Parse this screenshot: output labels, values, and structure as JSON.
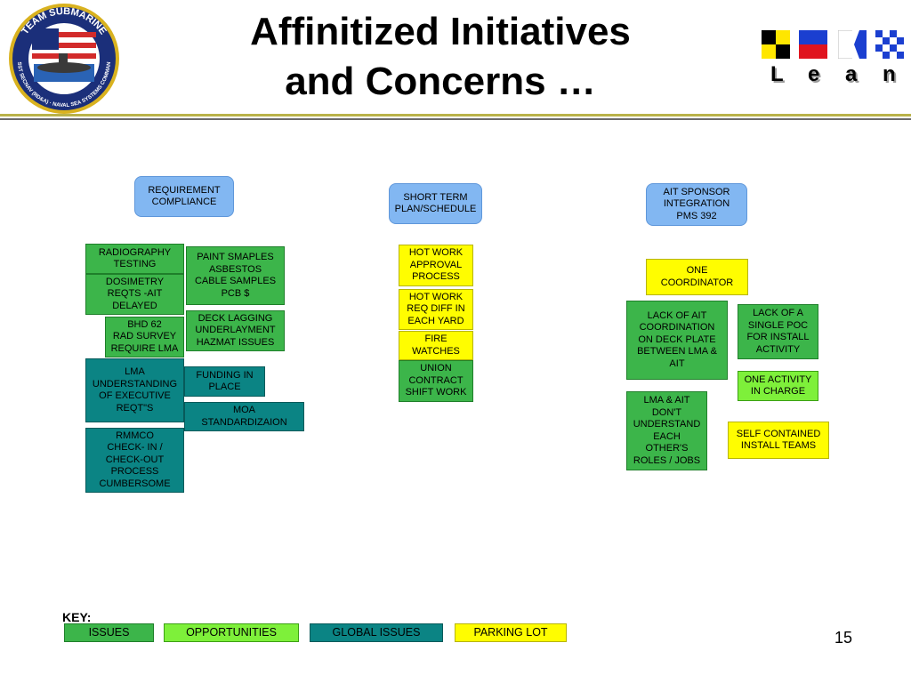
{
  "logo": {
    "top_text": "TEAM SUBMARINE",
    "bottom_text": "ASST SECNAV (RD&A) · NAVAL SEA SYSTEMS COMMAND"
  },
  "title": {
    "line1": "Affinitized Initiatives",
    "line2": "and Concerns …"
  },
  "lean": {
    "letters": [
      "L",
      "e",
      "a",
      "n"
    ],
    "flags": [
      "yellow-black-check-flag",
      "blue-red-flag",
      "blue-white-k-flag",
      "blue-white-check-flag"
    ]
  },
  "headers": {
    "req": "REQUIREMENT\nCOMPLIANCE",
    "short": "SHORT TERM\nPLAN/SCHEDULE",
    "ait": "AIT SPONSOR\nINTEGRATION\nPMS 392"
  },
  "req_items": {
    "radiography": "RADIOGRAPHY\nTESTING",
    "dosimetry": "DOSIMETRY\nREQTS -AIT\nDELAYED",
    "paint": "PAINT SMAPLES\nASBESTOS\nCABLE SAMPLES\nPCB $",
    "bhd": "BHD 62\nRAD SURVEY\nREQUIRE LMA",
    "deck": "DECK LAGGING\nUNDERLAYMENT\nHAZMAT ISSUES",
    "lma": "LMA\nUNDERSTANDING\nOF EXECUTIVE\nREQT\"S",
    "funding": "FUNDING IN\nPLACE",
    "moa": "MOA\nSTANDARDIZAION",
    "rmmco": "RMMCO\nCHECK- IN /\nCHECK-OUT\nPROCESS\nCUMBERSOME"
  },
  "short_items": {
    "hot_work": "HOT WORK\nAPPROVAL\nPROCESS",
    "hot_diff": "HOT WORK\nREQ DIFF IN\nEACH YARD",
    "fire": "FIRE\nWATCHES",
    "union": "UNION\nCONTRACT\nSHIFT WORK"
  },
  "ait_items": {
    "one_coord": "ONE\nCOORDINATOR",
    "lack_coord": "LACK OF AIT\nCOORDINATION\nON DECK PLATE\nBETWEEN LMA &\nAIT",
    "lack_poc": "LACK OF A\nSINGLE POC\nFOR INSTALL\nACTIVITY",
    "one_activity": "ONE ACTIVITY\nIN CHARGE",
    "lma_ait": "LMA & AIT\nDON'T\nUNDERSTAND\nEACH\nOTHER'S\nROLES / JOBS",
    "self_contained": "SELF CONTAINED\nINSTALL TEAMS"
  },
  "key": {
    "label": "KEY:",
    "issues": "ISSUES",
    "opportunities": "OPPORTUNITIES",
    "global": "GLOBAL ISSUES",
    "parking": "PARKING LOT"
  },
  "colors": {
    "issues": "#3cb54a",
    "opportunities": "#7ef03a",
    "global_issues": "#0b8484",
    "parking_lot": "#fffd00",
    "header_box": "#82b7f2"
  },
  "page_number": "15"
}
